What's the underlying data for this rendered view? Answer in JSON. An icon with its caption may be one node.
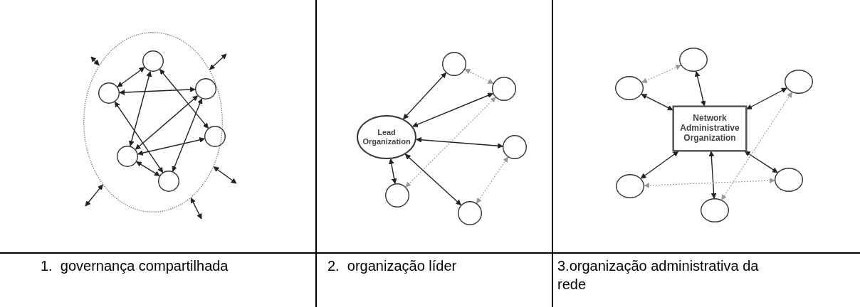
{
  "diagram": {
    "nodes": [
      {
        "text": [],
        "shape": "circle"
      },
      {
        "text": [],
        "shape": "circle",
        "in": 0
      },
      {
        "text": [],
        "shape": "circle",
        "in": 0
      },
      {
        "text": [],
        "shape": "circle",
        "in": 0
      },
      {
        "text": [],
        "shape": "circle",
        "in": 0
      },
      {
        "text": [],
        "shape": "circle",
        "in": 0
      },
      {
        "text": [],
        "shape": "circle",
        "in": 0
      },
      {
        "text": [
          "Lead Organization"
        ]
      },
      {
        "text": [],
        "shape": "circle"
      },
      {
        "text": [],
        "shape": "circle"
      },
      {
        "text": [],
        "shape": "circle"
      },
      {
        "text": [],
        "shape": "circle"
      },
      {
        "text": [],
        "shape": "circle"
      },
      {
        "text": [
          "Network Administrative Organization"
        ]
      },
      {
        "text": [],
        "shape": "circle"
      },
      {
        "text": [],
        "shape": "circle"
      },
      {
        "text": [],
        "shape": "circle"
      },
      {
        "text": [],
        "shape": "circle"
      },
      {
        "text": [],
        "shape": "circle"
      },
      {
        "text": [],
        "shape": "circle"
      }
    ],
    "edges": [
      {
        "from": 1,
        "to": 2,
        "arrow": "both"
      },
      {
        "from": 2,
        "to": 3,
        "arrow": "both"
      },
      {
        "from": 1,
        "to": 5,
        "arrow": "both"
      },
      {
        "from": 1,
        "to": 4,
        "arrow": "both"
      },
      {
        "from": 3,
        "to": 5,
        "arrow": "both"
      },
      {
        "from": 3,
        "to": 6,
        "arrow": "both"
      },
      {
        "from": 2,
        "to": 6,
        "arrow": "both"
      },
      {
        "from": 4,
        "to": 5,
        "arrow": "both"
      },
      {
        "from": 5,
        "to": 6,
        "arrow": "both"
      },
      {
        "from": null,
        "to": 0,
        "arrow": "both"
      },
      {
        "from": null,
        "to": 0,
        "arrow": "both"
      },
      {
        "from": null,
        "to": 0,
        "arrow": "both"
      },
      {
        "from": null,
        "to": 0,
        "arrow": "both"
      },
      {
        "from": null,
        "to": 0,
        "arrow": "both"
      },
      {
        "from": 7,
        "to": 8,
        "arrow": "both"
      },
      {
        "from": 8,
        "to": 9,
        "arrow": "both",
        "style": "dashed",
        "color": "#999999"
      },
      {
        "from": 7,
        "to": 9,
        "arrow": "both"
      },
      {
        "from": 9,
        "to": 11,
        "arrow": "both",
        "style": "dashed",
        "color": "#999999"
      },
      {
        "from": 7,
        "to": 10,
        "arrow": "both"
      },
      {
        "from": 7,
        "to": 11,
        "arrow": "both"
      },
      {
        "from": 7,
        "to": 12,
        "arrow": "both"
      },
      {
        "from": 10,
        "to": 12,
        "arrow": "both",
        "style": "dashed",
        "color": "#999999"
      },
      {
        "from": 14,
        "to": 15,
        "arrow": "both",
        "style": "dashed",
        "color": "#999999"
      },
      {
        "from": 15,
        "to": 13,
        "arrow": "both"
      },
      {
        "from": 14,
        "to": 13,
        "arrow": "both"
      },
      {
        "from": 16,
        "to": 13,
        "arrow": "both"
      },
      {
        "from": 13,
        "to": 17,
        "arrow": "both"
      },
      {
        "from": 13,
        "to": 18,
        "arrow": "both"
      },
      {
        "from": 13,
        "to": 19,
        "arrow": "both"
      },
      {
        "from": 17,
        "to": 19,
        "arrow": "both",
        "style": "dashed",
        "color": "#999999"
      },
      {
        "from": 16,
        "to": 18,
        "arrow": "both",
        "style": "dashed",
        "color": "#999999"
      }
    ],
    "labels": [
      "1.  governança compartilhada",
      "2.  organização líder",
      "3.organização administrativa da rede"
    ]
  }
}
